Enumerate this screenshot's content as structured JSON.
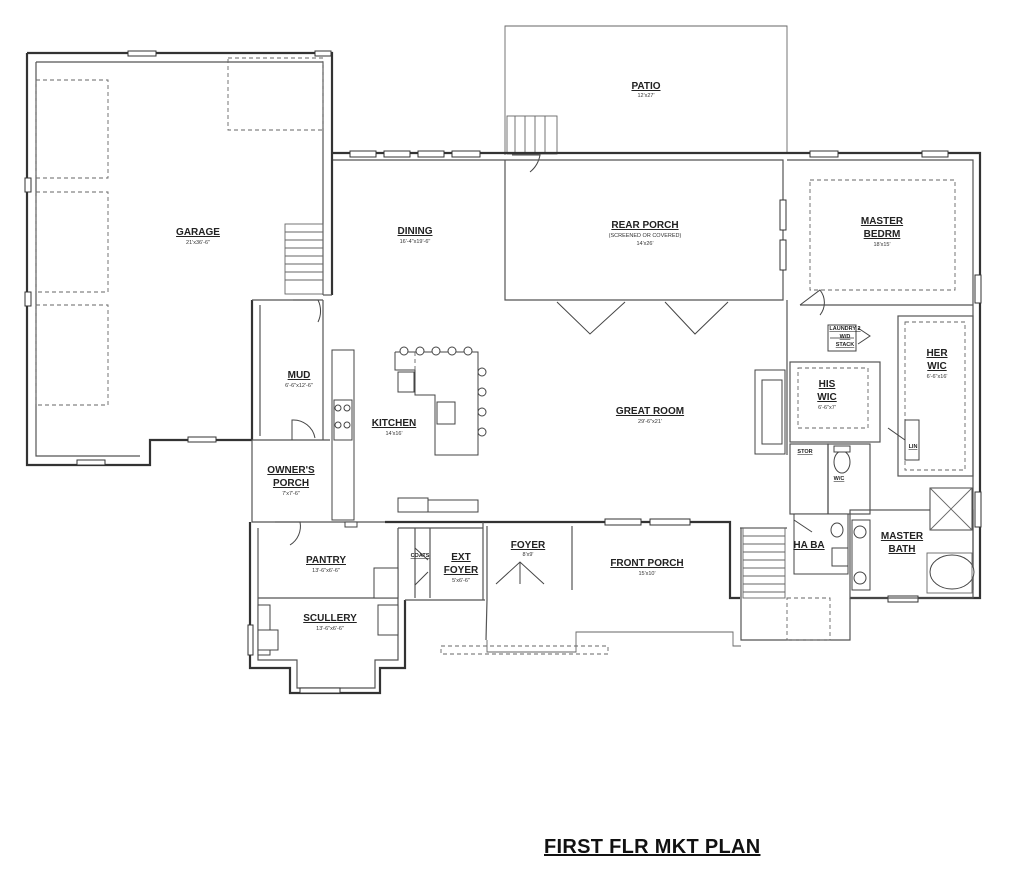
{
  "title": "FIRST FLR MKT PLAN",
  "rooms": {
    "garage": {
      "name": "GARAGE",
      "dim": "21'x36'-6\""
    },
    "patio": {
      "name": "PATIO",
      "dim": "12'x27'"
    },
    "dining": {
      "name": "DINING",
      "dim": "16'-4\"x19'-6\""
    },
    "rear_porch": {
      "name": "REAR PORCH",
      "note": "(SCREENED OR COVERED)",
      "dim": "14'x26'"
    },
    "master_bedrm": {
      "name1": "MASTER",
      "name2": "BEDRM",
      "dim": "18'x15'"
    },
    "mud": {
      "name": "MUD",
      "dim": "6'-6\"x12'-6\""
    },
    "kitchen": {
      "name": "KITCHEN",
      "dim": "14'x16'"
    },
    "great_room": {
      "name": "GREAT ROOM",
      "dim": "29'-6\"x21'"
    },
    "his_wic": {
      "name1": "HIS",
      "name2": "WIC",
      "dim": "6'-6\"x7'"
    },
    "her_wic": {
      "name1": "HER",
      "name2": "WIC",
      "dim": "6'-6\"x16'"
    },
    "laundry": {
      "line1": "LAUNDRY 2",
      "line2": "W/D",
      "line3": "STACK"
    },
    "owners_porch": {
      "name1": "OWNER'S",
      "name2": "PORCH",
      "dim": "7'x7'-6\""
    },
    "stor": {
      "name": "STOR"
    },
    "wc": {
      "name": "W/C"
    },
    "lin": {
      "name": "LIN"
    },
    "pantry": {
      "name": "PANTRY",
      "dim": "13'-6\"x6'-6\""
    },
    "coats": {
      "name": "COATS"
    },
    "ext_foyer": {
      "name1": "EXT",
      "name2": "FOYER",
      "dim": "5'x6'-6\""
    },
    "foyer": {
      "name": "FOYER",
      "dim": "8'x9'"
    },
    "front_porch": {
      "name": "FRONT PORCH",
      "dim": "15'x10'"
    },
    "ha_ba": {
      "name": "HA BA"
    },
    "master_bath": {
      "name1": "MASTER",
      "name2": "BATH"
    },
    "scullery": {
      "name": "SCULLERY",
      "dim": "13'-6\"x6'-6\""
    }
  }
}
